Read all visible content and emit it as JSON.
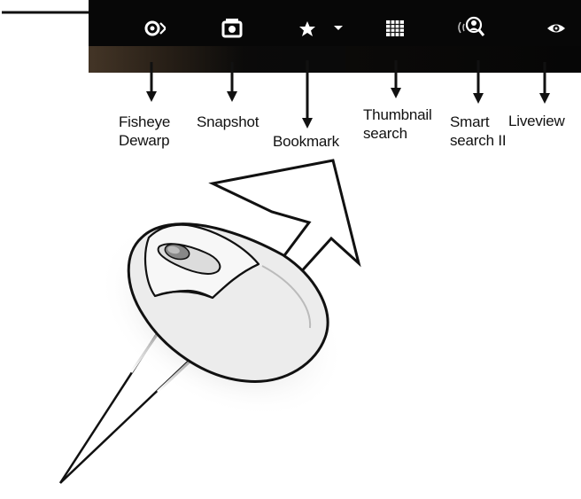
{
  "toolbar": {
    "background": "#0b0b0b",
    "icon_color": "#ffffff",
    "buttons": [
      {
        "icon": "fisheye-icon",
        "label_lines": [
          "Fisheye",
          "Dewarp"
        ]
      },
      {
        "icon": "camera-icon",
        "label_lines": [
          "Snapshot"
        ]
      },
      {
        "icon": "star-icon",
        "label_lines": [
          "Bookmark"
        ]
      },
      {
        "icon": "grid-icon",
        "label_lines": [
          "Thumbnail",
          "search"
        ]
      },
      {
        "icon": "smart-search-icon",
        "label_lines": [
          "Smart",
          "search II"
        ]
      },
      {
        "icon": "eye-icon",
        "label_lines": [
          "Liveview"
        ]
      }
    ]
  },
  "illustration": {
    "mouse_color": "#ededed",
    "outline_color": "#111111"
  }
}
